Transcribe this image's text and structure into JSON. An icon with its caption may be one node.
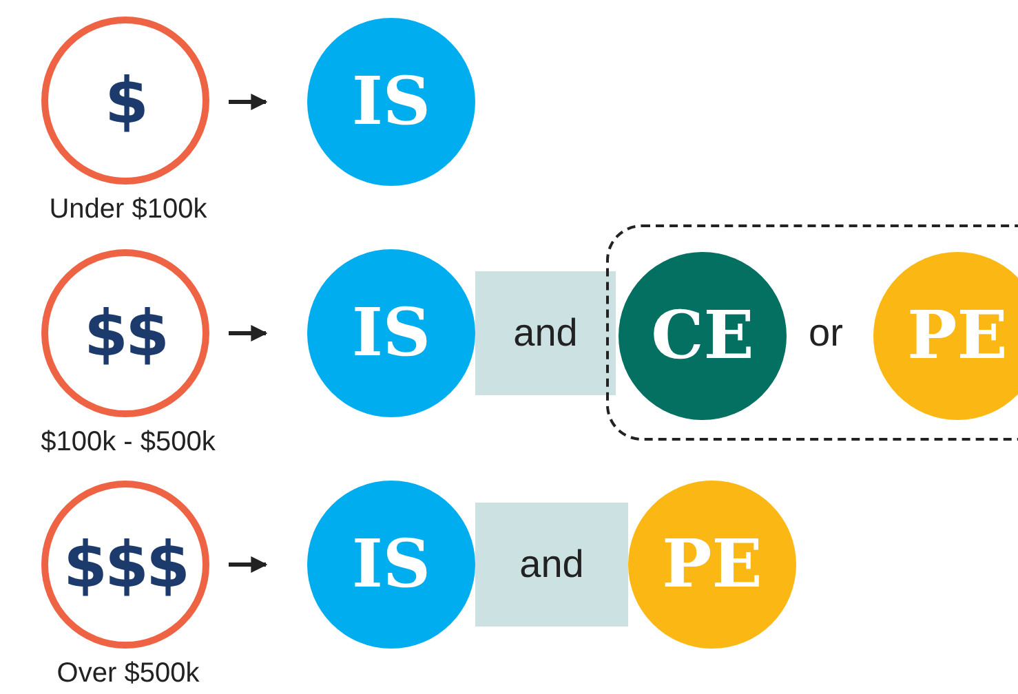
{
  "diagram": {
    "nodes": [
      {
        "text": [
          "$"
        ],
        "beside": [
          "Under $100k"
        ]
      },
      {
        "text": [
          "IS"
        ]
      },
      {
        "text": [
          "$$"
        ],
        "beside": [
          "$100k - $500k"
        ]
      },
      {
        "text": [
          "IS"
        ]
      },
      {
        "text": [
          "and"
        ]
      },
      {
        "text": [],
        "shape": "box"
      },
      {
        "text": [
          "CE"
        ],
        "in": 5
      },
      {
        "text": [
          "PE"
        ],
        "in": 5
      },
      {
        "text": [
          "$$$"
        ],
        "beside": [
          "Over $500k"
        ]
      },
      {
        "text": [
          "IS"
        ]
      },
      {
        "text": [
          "and"
        ]
      },
      {
        "text": [
          "PE"
        ]
      }
    ],
    "edges": [
      {
        "from": 0,
        "to": 1,
        "arrow": "to"
      },
      {
        "from": 2,
        "to": 3,
        "arrow": "to"
      },
      {
        "from": 8,
        "to": 9,
        "arrow": "to"
      }
    ],
    "labels": [
      "or"
    ]
  }
}
